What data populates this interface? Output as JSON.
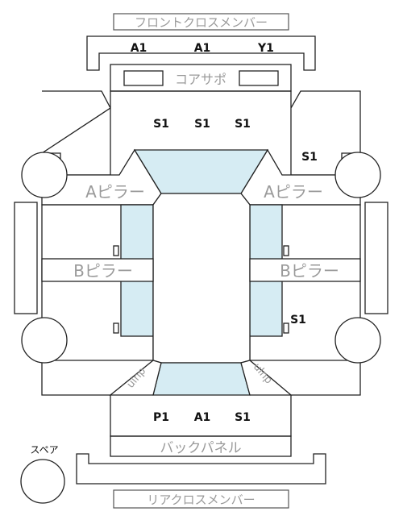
{
  "labels": {
    "front_cross_member": "フロントクロスメンバー",
    "core_support": "コアサポ",
    "a_pillar_left": "Aピラー",
    "a_pillar_right": "Aピラー",
    "b_pillar_left": "Bピラー",
    "b_pillar_right": "Bピラー",
    "back_panel": "バックパネル",
    "rear_cross_member": "リアクロスメンバー",
    "spare": "スペア",
    "diag_left": "ulnp",
    "diag_right": "ulnp"
  },
  "marks": {
    "front_member": [
      "A1",
      "A1",
      "Y1"
    ],
    "core_support": [
      "S1",
      "S1",
      "S1"
    ],
    "right_front_side": "S1",
    "right_rear_side": "S1",
    "back_panel": [
      "P1",
      "A1",
      "S1"
    ]
  },
  "colors": {
    "highlight": "#d6ecf3",
    "line": "#222222",
    "label_gray": "#9a9a9a"
  }
}
